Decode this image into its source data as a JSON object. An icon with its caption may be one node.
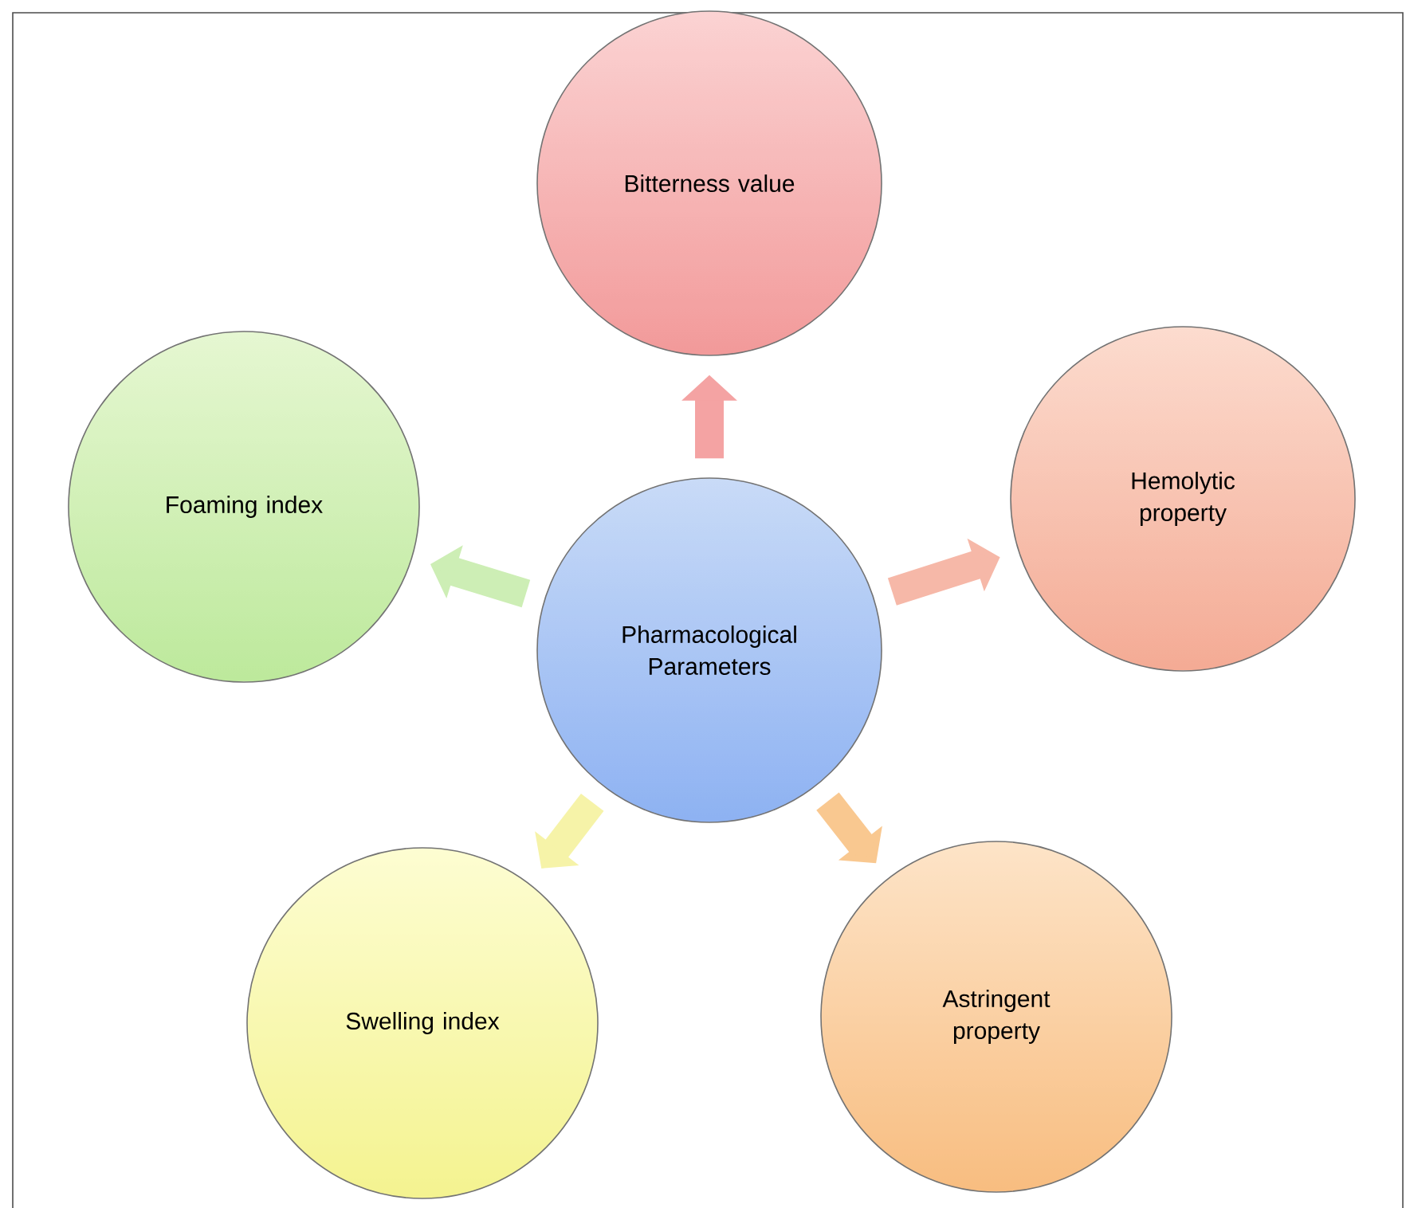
{
  "diagram": {
    "nodes": [
      {
        "text": [
          "Pharmacological Parameters"
        ]
      },
      {
        "text": [
          "Bitterness value"
        ]
      },
      {
        "text": [
          "Hemolytic property"
        ]
      },
      {
        "text": [
          "Astringent property"
        ]
      },
      {
        "text": [
          "Swelling index"
        ]
      },
      {
        "text": [
          "Foaming index"
        ]
      }
    ],
    "edges": [
      {
        "from": 0,
        "to": 1,
        "arrow": "to",
        "color": "#f4a3a3"
      },
      {
        "from": 0,
        "to": 2,
        "arrow": "to",
        "color": "#f6b8a8"
      },
      {
        "from": 0,
        "to": 3,
        "arrow": "to",
        "color": "#f9c890"
      },
      {
        "from": 0,
        "to": 4,
        "arrow": "to",
        "color": "#f6f3a8"
      },
      {
        "from": 0,
        "to": 5,
        "arrow": "to",
        "color": "#cdeeb5"
      }
    ]
  }
}
